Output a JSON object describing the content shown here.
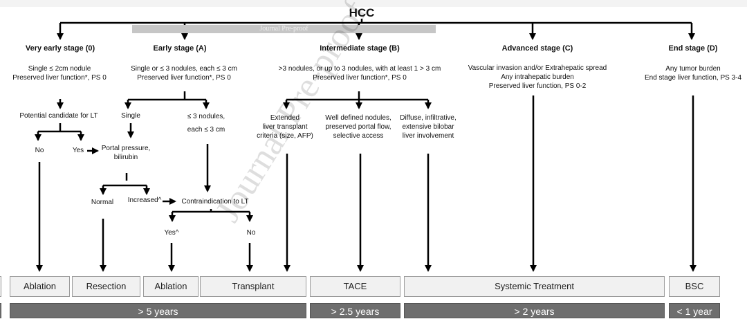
{
  "title": "HCC",
  "watermark": {
    "bar": "Journal Pre-proof",
    "diagonal": "Journal Pre-proof"
  },
  "stages": {
    "very_early": {
      "title": "Very early stage (0)",
      "desc1": "Single ≤ 2cm nodule",
      "desc2": "Preserved liver function*, PS 0"
    },
    "early": {
      "title": "Early stage (A)",
      "desc1": "Single or ≤ 3 nodules, each ≤ 3 cm",
      "desc2": "Preserved liver function*, PS 0"
    },
    "intermediate": {
      "title": "Intermediate  stage (B)",
      "desc1": ">3 nodules, or up to 3 nodules, with at least 1 > 3 cm",
      "desc2": "Preserved liver function*, PS 0"
    },
    "advanced": {
      "title": "Advanced  stage (C)",
      "desc1": "Vascular invasion and/or Extrahepatic spread",
      "desc2": "Any  intrahepatic burden",
      "desc3": "Preserved liver function, PS 0-2"
    },
    "end": {
      "title": "End stage (D)",
      "desc1": "Any tumor burden",
      "desc2": "End stage liver function, PS 3-4"
    }
  },
  "nodes": {
    "lt_candidate": "Potential candidate for LT",
    "no": "No",
    "yes": "Yes",
    "portal1": "Portal pressure,",
    "portal2": "bilirubin",
    "single": "Single",
    "three1": "≤ 3 nodules,",
    "three2": "each ≤ 3 cm",
    "normal": "Normal",
    "increased": "Increased^",
    "contra": "Contraindication to LT",
    "yes_caret": "Yes^",
    "no2": "No",
    "ext1": "Extended",
    "ext2": "liver transplant",
    "ext3": "criteria (size, AFP)",
    "well1": "Well defined nodules,",
    "well2": "preserved portal flow,",
    "well3": "selective access",
    "diff1": "Diffuse, infiltrative,",
    "diff2": "extensive bilobar",
    "diff3": "liver involvement"
  },
  "treatments": {
    "ablation1": "Ablation",
    "resection": "Resection",
    "ablation2": "Ablation",
    "transplant": "Transplant",
    "tace": "TACE",
    "systemic": "Systemic Treatment",
    "bsc": "BSC"
  },
  "survival": {
    "s1": "> 5 years",
    "s2": "> 2.5 years",
    "s3": "> 2 years",
    "s4": "< 1 year"
  }
}
